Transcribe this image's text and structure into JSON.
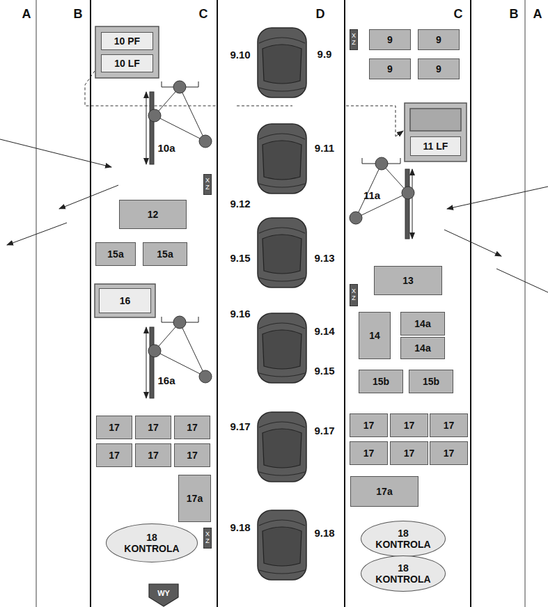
{
  "diagram": {
    "nodes": [
      {
        "text": [
          "10 PF"
        ]
      },
      {
        "text": [
          "10 LF"
        ]
      },
      {
        "text": [
          "X Z"
        ]
      },
      {
        "text": [
          "9"
        ]
      },
      {
        "text": [
          "9"
        ]
      },
      {
        "text": [
          "9"
        ]
      },
      {
        "text": [
          "9"
        ]
      },
      {
        "text": [
          "11 LF"
        ]
      },
      {
        "text": [
          "X Z"
        ]
      },
      {
        "text": [
          "12"
        ]
      },
      {
        "text": [
          "15a"
        ]
      },
      {
        "text": [
          "15a"
        ]
      },
      {
        "text": [
          "13"
        ]
      },
      {
        "text": [
          "16"
        ]
      },
      {
        "text": [
          "X Z"
        ]
      },
      {
        "text": [
          "14"
        ]
      },
      {
        "text": [
          "14a"
        ]
      },
      {
        "text": [
          "14a"
        ]
      },
      {
        "text": [
          "15b"
        ]
      },
      {
        "text": [
          "15b"
        ]
      },
      {
        "text": [
          "17"
        ]
      },
      {
        "text": [
          "17"
        ]
      },
      {
        "text": [
          "17"
        ]
      },
      {
        "text": [
          "17"
        ]
      },
      {
        "text": [
          "17"
        ]
      },
      {
        "text": [
          "17"
        ]
      },
      {
        "text": [
          "17"
        ]
      },
      {
        "text": [
          "17"
        ]
      },
      {
        "text": [
          "17"
        ]
      },
      {
        "text": [
          "17"
        ]
      },
      {
        "text": [
          "17"
        ]
      },
      {
        "text": [
          "17"
        ]
      },
      {
        "text": [
          "17a"
        ]
      },
      {
        "text": [
          "17a"
        ]
      },
      {
        "text": [
          "18 KONTROLA"
        ]
      },
      {
        "text": [
          "X Z"
        ]
      },
      {
        "text": [
          "18 KONTROLA"
        ]
      },
      {
        "text": [
          "18 KONTROLA"
        ]
      },
      {
        "text": [
          "WY"
        ]
      }
    ],
    "labels": [
      "A",
      "B",
      "C",
      "D",
      "C",
      "B",
      "A",
      "9.10",
      "9.9",
      "9.11",
      "9.12",
      "9.15",
      "9.13",
      "9.16",
      "9.14",
      "9.15",
      "9.17",
      "9.17",
      "9.18",
      "9.18",
      "10a",
      "11a",
      "16a"
    ]
  }
}
